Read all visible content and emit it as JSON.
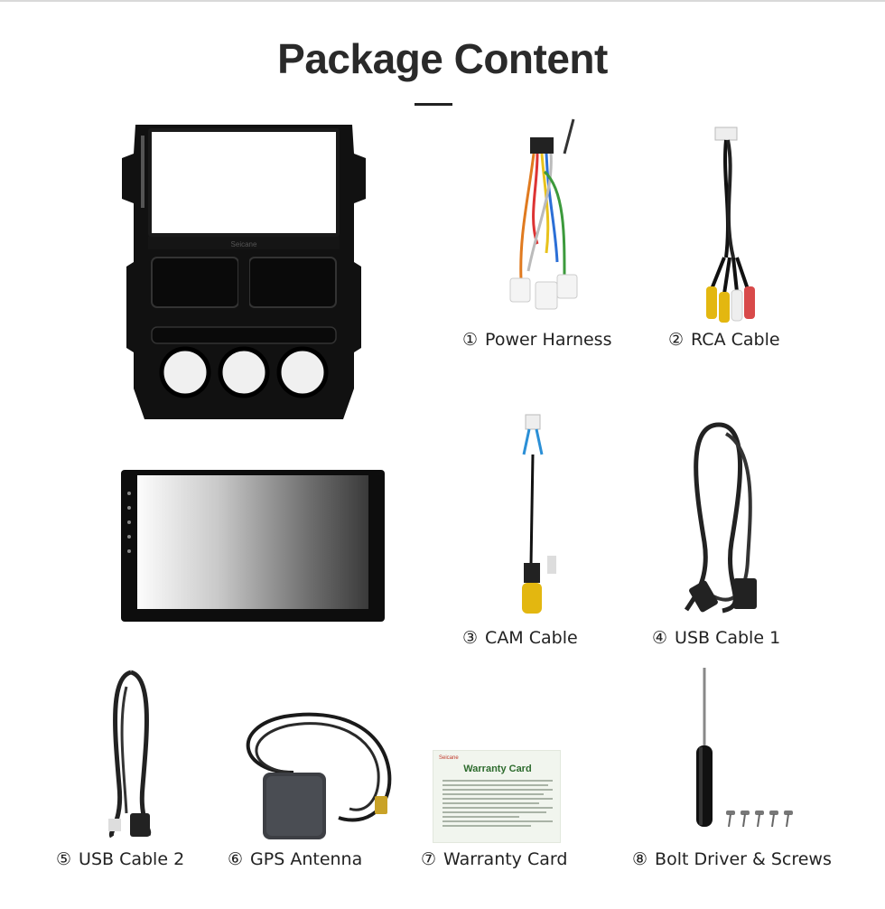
{
  "page": {
    "title": "Package Content"
  },
  "items": [
    {
      "num": "①",
      "label": "Power Harness",
      "icon": "power-harness"
    },
    {
      "num": "②",
      "label": "RCA Cable",
      "icon": "rca-cable"
    },
    {
      "num": "③",
      "label": "CAM Cable",
      "icon": "cam-cable"
    },
    {
      "num": "④",
      "label": "USB Cable 1",
      "icon": "usb-cable"
    },
    {
      "num": "⑤",
      "label": "USB Cable 2",
      "icon": "usb-cable"
    },
    {
      "num": "⑥",
      "label": "GPS Antenna",
      "icon": "gps-antenna"
    },
    {
      "num": "⑦",
      "label": "Warranty Card",
      "icon": "warranty-card"
    },
    {
      "num": "⑧",
      "label": "Bolt Driver & Screws",
      "icon": "screwdriver"
    }
  ],
  "products": {
    "frame_brand": "Seicane",
    "card_brand": "Seicane",
    "card_title": "Warranty Card"
  },
  "colors": {
    "title": "#2a2a2a",
    "frame": "#111111",
    "card_green": "#2d6b2d"
  }
}
